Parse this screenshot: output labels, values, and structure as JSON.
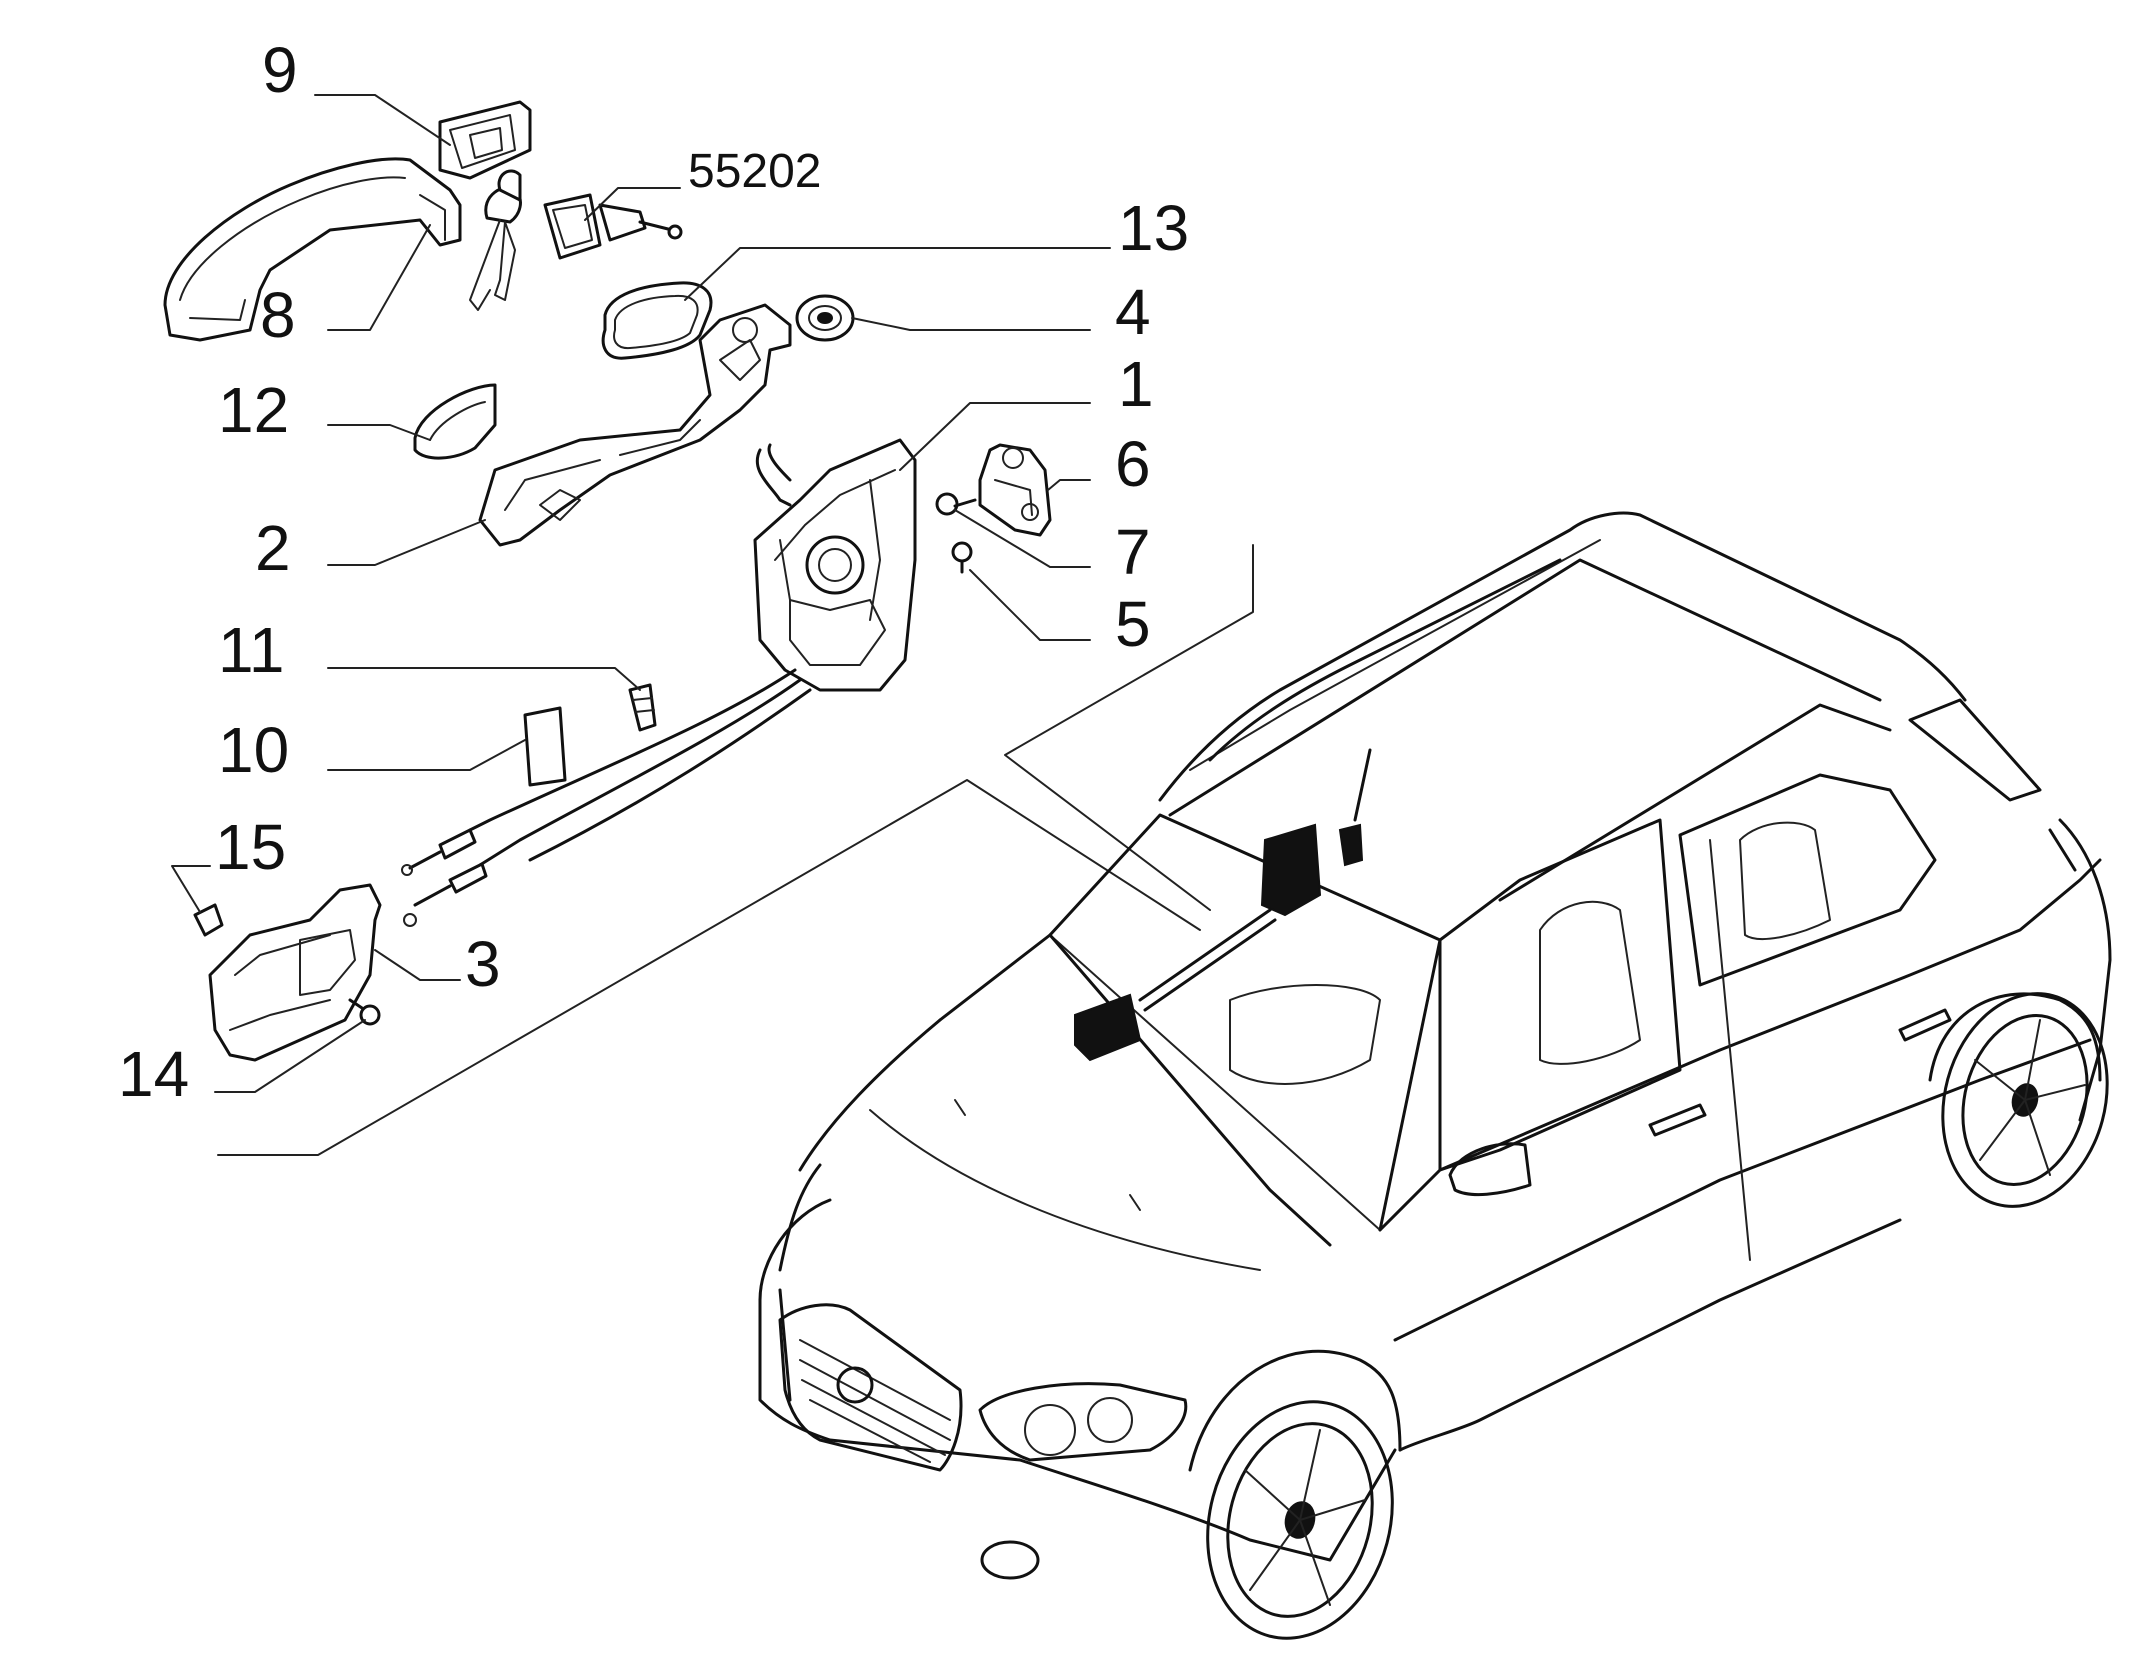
{
  "callouts": [
    {
      "id": "9",
      "label": "9"
    },
    {
      "id": "55202",
      "label": "55202"
    },
    {
      "id": "13",
      "label": "13"
    },
    {
      "id": "8",
      "label": "8"
    },
    {
      "id": "4",
      "label": "4"
    },
    {
      "id": "1",
      "label": "1"
    },
    {
      "id": "12",
      "label": "12"
    },
    {
      "id": "6",
      "label": "6"
    },
    {
      "id": "2",
      "label": "2"
    },
    {
      "id": "7",
      "label": "7"
    },
    {
      "id": "5",
      "label": "5"
    },
    {
      "id": "11",
      "label": "11"
    },
    {
      "id": "10",
      "label": "10"
    },
    {
      "id": "15",
      "label": "15"
    },
    {
      "id": "3",
      "label": "3"
    },
    {
      "id": "14",
      "label": "14"
    }
  ]
}
